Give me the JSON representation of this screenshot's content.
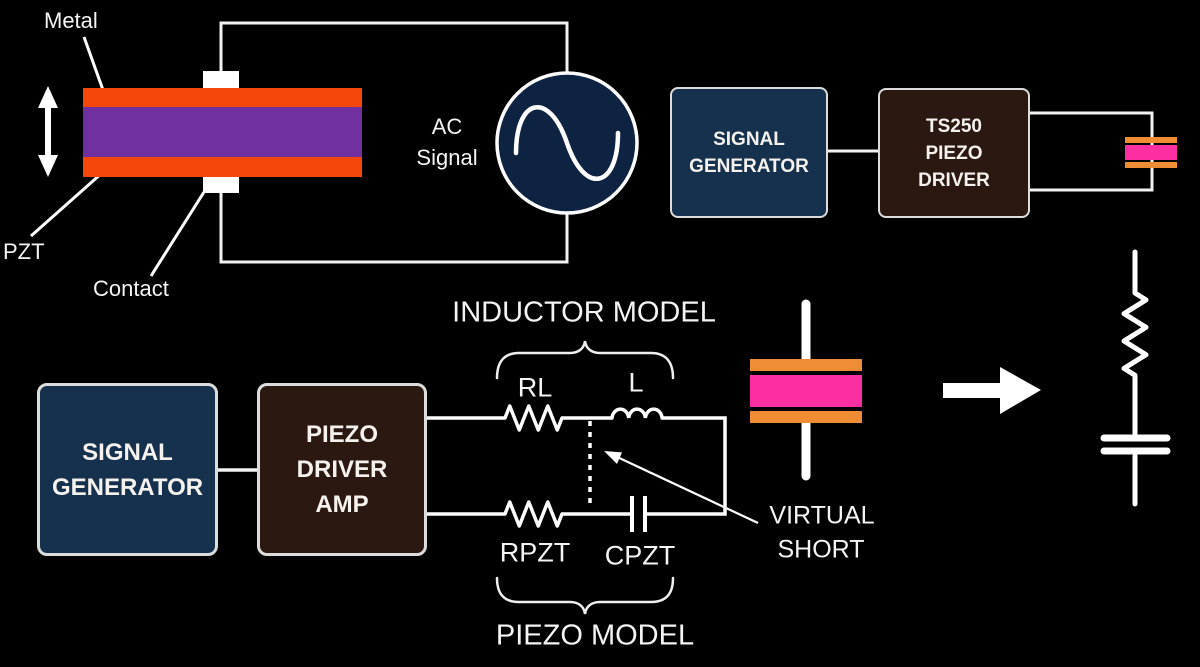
{
  "colors": {
    "background": "#000000",
    "wire_white": "#F2F2F2",
    "metal_orange": "#F5470B",
    "pzt_purple": "#7030A0",
    "piezo_element_orange": "#EE8D33",
    "piezo_element_pink": "#FC2FA2",
    "box_navy": "#15314E",
    "box_brown": "#2B1811",
    "ac_circle_navy": "#0E2342"
  },
  "transducer_diagram": {
    "metal_label": "Metal",
    "pzt_label": "PZT",
    "contact_label": "Contact",
    "ac_label_line1": "AC",
    "ac_label_line2": "Signal"
  },
  "driver_chain": {
    "signal_generator_line1": "SIGNAL",
    "signal_generator_line2": "GENERATOR",
    "driver_line1": "TS250",
    "driver_line2": "PIEZO",
    "driver_line3": "DRIVER"
  },
  "amplifier_chain": {
    "signal_generator_line1": "SIGNAL",
    "signal_generator_line2": "GENERATOR",
    "amp_line1": "PIEZO",
    "amp_line2": "DRIVER",
    "amp_line3": "AMP"
  },
  "circuit_model": {
    "inductor_model_label": "INDUCTOR MODEL",
    "rl_label": "RL",
    "l_label": "L",
    "rpzt_label": "RPZT",
    "cpzt_label": "CPZT",
    "virtual_short_line1": "VIRTUAL",
    "virtual_short_line2": "SHORT",
    "piezo_model_label": "PIEZO MODEL"
  }
}
